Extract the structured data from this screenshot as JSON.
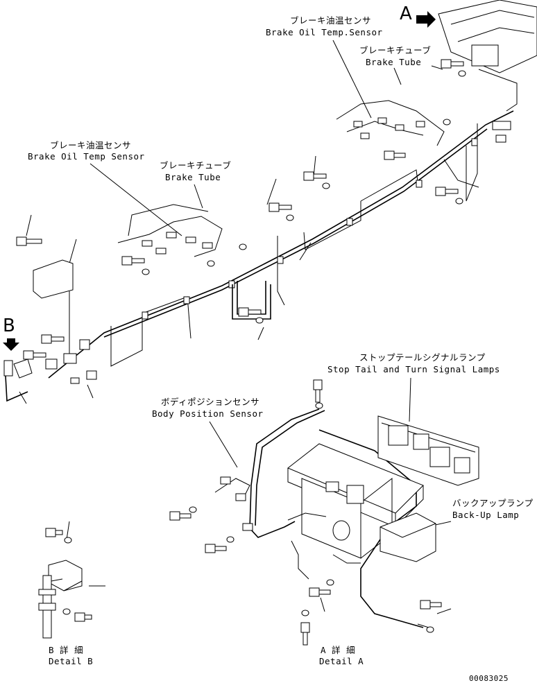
{
  "labels": {
    "brake_oil_temp_sensor_top_jp": "ブレーキ油温センサ",
    "brake_oil_temp_sensor_top_en": "Brake Oil Temp.Sensor",
    "brake_tube_top_jp": "ブレーキチューブ",
    "brake_tube_top_en": "Brake Tube",
    "brake_oil_temp_sensor_left_jp": "ブレーキ油温センサ",
    "brake_oil_temp_sensor_left_en": "Brake Oil Temp Sensor",
    "brake_tube_left_jp": "ブレーキチューブ",
    "brake_tube_left_en": "Brake Tube",
    "stop_tail_jp": "ストップテールシグナルランプ",
    "stop_tail_en": "Stop Tail and Turn Signal Lamps",
    "body_position_jp": "ボディポジションセンサ",
    "body_position_en": "Body Position Sensor",
    "backup_jp": "バックアップランプ",
    "backup_en": "Back-Up Lamp",
    "view_a": "A",
    "view_b": "B",
    "detail_b_jp": "B 詳 細",
    "detail_b_en": "Detail B",
    "detail_a_jp": "A 詳 細",
    "detail_a_en": "Detail A",
    "drawing_number": "00083025"
  }
}
